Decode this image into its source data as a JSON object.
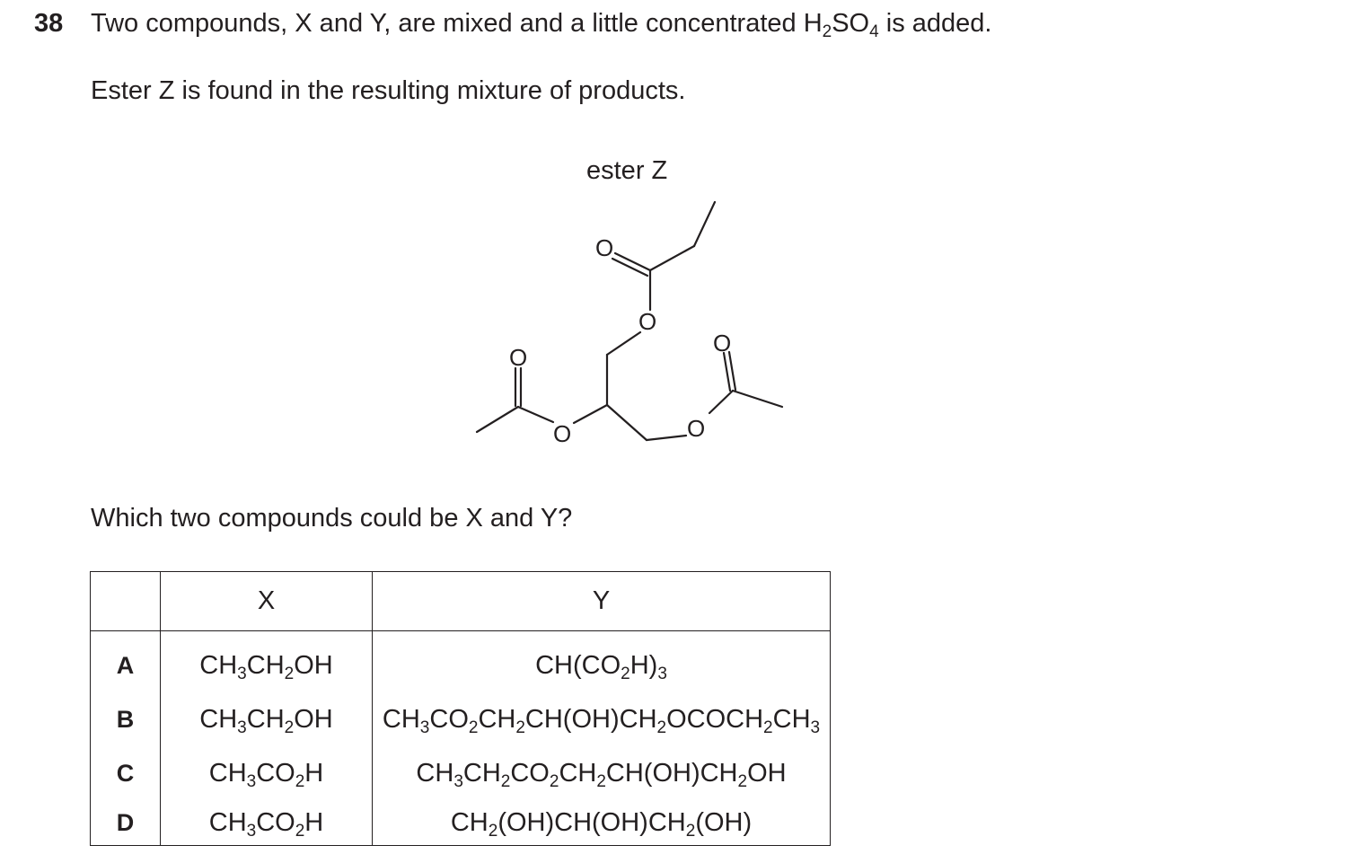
{
  "question": {
    "number": "38",
    "line1": {
      "text": "Two compounds, X and Y, are mixed and a little concentrated H",
      "sub1": "2",
      "mid": "SO",
      "sub2": "4",
      "end": " is added."
    },
    "line2": "Ester Z is found in the resulting mixture of products.",
    "structure_caption": "ester Z",
    "structure_atoms": {
      "o_top": "O",
      "o_link_top": "O",
      "o_left_carbonyl": "O",
      "o_left_link": "O",
      "o_right_carbonyl": "O",
      "o_right_link": "O"
    },
    "line3": "Which two compounds could be X and Y?"
  },
  "table": {
    "headers": {
      "letter": "",
      "x": "X",
      "y": "Y"
    },
    "rows": [
      {
        "letter": "A",
        "x": [
          [
            "CH",
            "3"
          ],
          [
            "CH",
            "2"
          ],
          [
            "OH",
            ""
          ]
        ],
        "y": [
          [
            "CH(CO",
            "2"
          ],
          [
            "H)",
            "3"
          ]
        ]
      },
      {
        "letter": "B",
        "x": [
          [
            "CH",
            "3"
          ],
          [
            "CH",
            "2"
          ],
          [
            "OH",
            ""
          ]
        ],
        "y": [
          [
            "CH",
            "3"
          ],
          [
            "CO",
            "2"
          ],
          [
            "CH",
            "2"
          ],
          [
            "CH(OH)CH",
            "2"
          ],
          [
            "OCOCH",
            "2"
          ],
          [
            "CH",
            "3"
          ]
        ]
      },
      {
        "letter": "C",
        "x": [
          [
            "CH",
            "3"
          ],
          [
            "CO",
            "2"
          ],
          [
            "H",
            ""
          ]
        ],
        "y": [
          [
            "CH",
            "3"
          ],
          [
            "CH",
            "2"
          ],
          [
            "CO",
            "2"
          ],
          [
            "CH",
            "2"
          ],
          [
            "CH(OH)CH",
            "2"
          ],
          [
            "OH",
            ""
          ]
        ]
      },
      {
        "letter": "D",
        "x": [
          [
            "CH",
            "3"
          ],
          [
            "CO",
            "2"
          ],
          [
            "H",
            ""
          ]
        ],
        "y": [
          [
            "CH",
            "2"
          ],
          [
            "(OH)CH(OH)CH",
            "2"
          ],
          [
            "(OH)",
            ""
          ]
        ]
      }
    ]
  }
}
